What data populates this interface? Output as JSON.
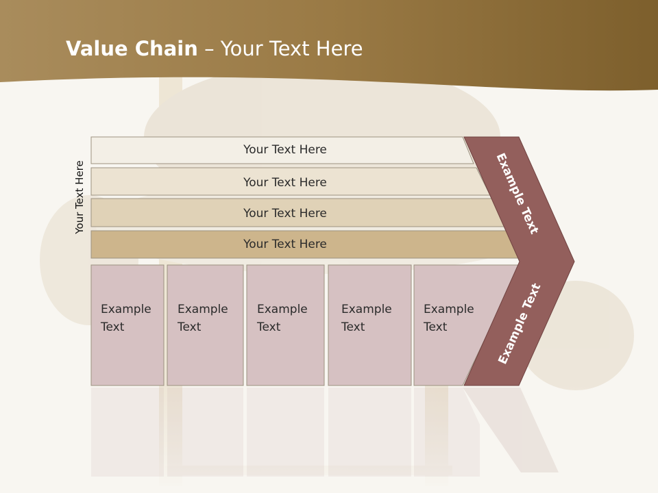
{
  "title": {
    "bold": "Value Chain",
    "rest": " – Your Text Here"
  },
  "side_label": "Your Text Here",
  "rows": [
    {
      "label": "Your Text Here"
    },
    {
      "label": "Your Text Here"
    },
    {
      "label": "Your Text Here"
    },
    {
      "label": "Your Text Here"
    }
  ],
  "boxes": [
    {
      "text": "Example\nText"
    },
    {
      "text": "Example\nText"
    },
    {
      "text": "Example\nText"
    },
    {
      "text": "Example\nText"
    },
    {
      "text": "Example\nText"
    }
  ],
  "chevron": {
    "upper": "Example Text",
    "lower": "Example Text"
  },
  "colors": {
    "header": "#8c6a35",
    "row1": "#f3efe6",
    "row2": "#ece3d2",
    "row3": "#e0d2b7",
    "row4": "#cdb58c",
    "box": "#d6c1c2",
    "chevron": "#935f5c"
  }
}
